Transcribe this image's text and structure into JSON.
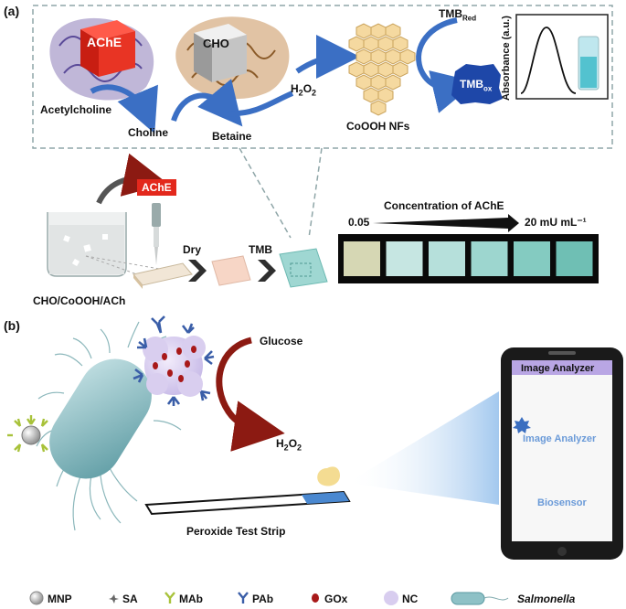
{
  "panel_a": {
    "label": "(a)",
    "ache_box": "AChE",
    "cho_box": "CHO",
    "acetylcholine": "Acetylcholine",
    "choline": "Choline",
    "betaine": "Betaine",
    "h2o2": "H2O2",
    "coooh": "CoOOH NFs",
    "tmb_red": "TMBRed",
    "tmb_ox": "TMBox",
    "absorbance": "Absorbance (a.u.)",
    "beaker_label": "CHO/CoOOH/ACh",
    "pipette_ache": "AChE",
    "dry": "Dry",
    "tmb": "TMB",
    "concentration_title": "Concentration of AChE",
    "conc_low": "0.05",
    "conc_high": "20 mU mL⁻¹",
    "strip_colors": [
      "#d6d7b4",
      "#c6e6e2",
      "#b6e0db",
      "#9dd6cf",
      "#84cbc1",
      "#6fbfb4"
    ]
  },
  "panel_b": {
    "label": "(b)",
    "glucose": "Glucose",
    "h2o2": "H2O2",
    "strip_label": "Peroxide Test Strip",
    "phone_header": "Image Analyzer",
    "phone_app": "Image Analyzer",
    "phone_biosensor": "Biosensor"
  },
  "legend": {
    "items": [
      {
        "label": "MNP",
        "icon": "mnp-icon"
      },
      {
        "label": "SA",
        "icon": "sa-icon"
      },
      {
        "label": "MAb",
        "icon": "mab-icon"
      },
      {
        "label": "PAb",
        "icon": "pab-icon"
      },
      {
        "label": "GOx",
        "icon": "gox-icon"
      },
      {
        "label": "NC",
        "icon": "nc-icon"
      },
      {
        "label": "Salmonella",
        "icon": "salmonella-icon"
      }
    ]
  }
}
